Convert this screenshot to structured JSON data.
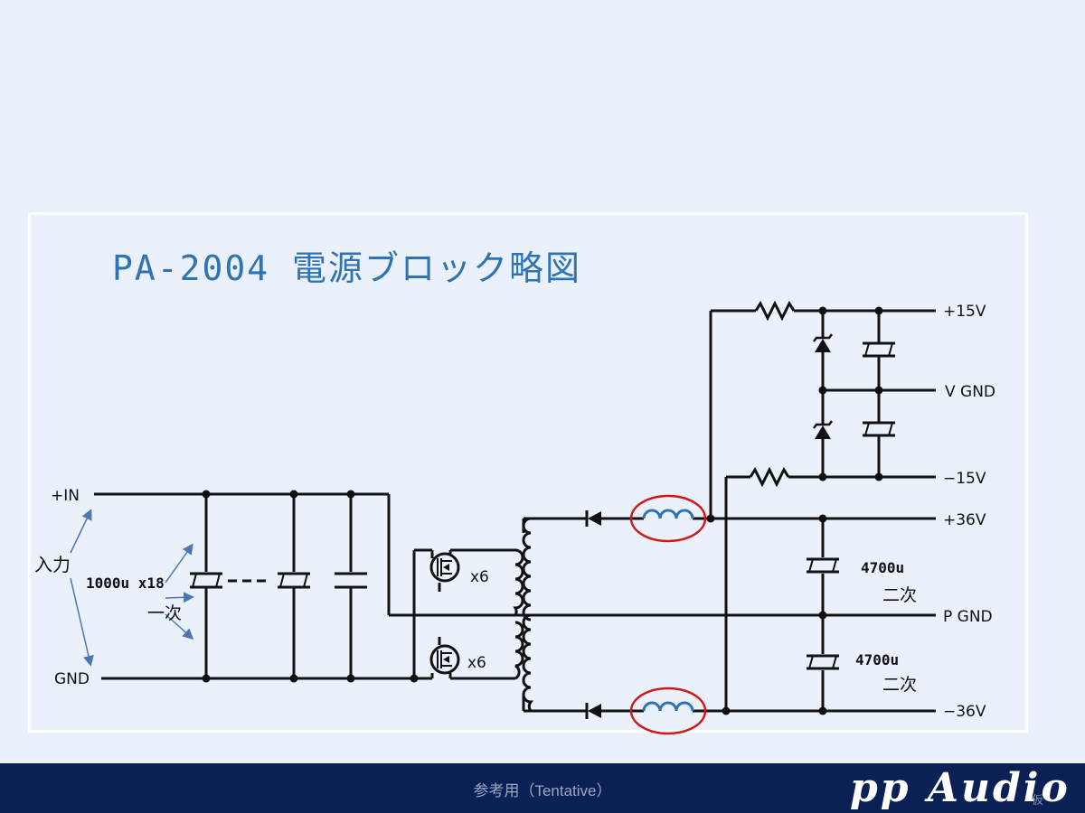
{
  "title": "PA-2004 電源ブロック略図",
  "inputs": {
    "plus_in": "+IN",
    "gnd": "GND",
    "input_label": "入力",
    "primary_label": "一次",
    "cap_bank": "1000u  x18"
  },
  "switches": {
    "upper_count": "x6",
    "lower_count": "x6"
  },
  "outputs": {
    "p15": "+15V",
    "vgnd": "V GND",
    "m15": "−15V",
    "p36": "+36V",
    "pgnd": "P GND",
    "m36": "−36V"
  },
  "secondary": {
    "cap_upper": "4700u",
    "cap_lower": "4700u",
    "label_upper": "二次",
    "label_lower": "二次"
  },
  "footer": {
    "note": "参考用（Tentative）",
    "brand": "pp Audio",
    "mark": "仮"
  },
  "colors": {
    "background": "#ebf1fa",
    "title": "#2e74b5",
    "footer": "#0b2155",
    "inductor": "#2e74b5",
    "inductor_ring": "#d01818"
  }
}
